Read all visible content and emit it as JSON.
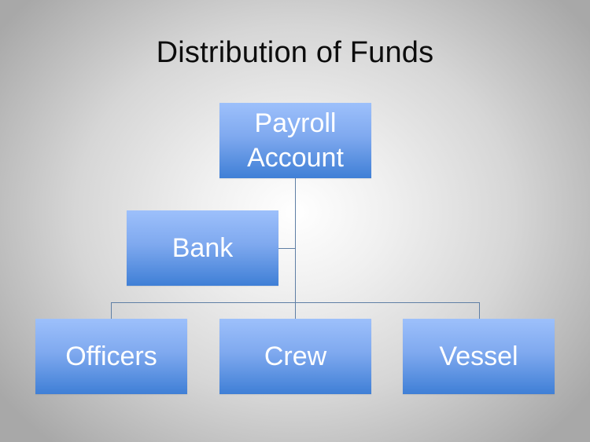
{
  "slide": {
    "title": "Distribution of Funds"
  },
  "diagram": {
    "type": "org-chart",
    "colors": {
      "node_top": "#9dc0fb",
      "node_bottom": "#3f7fd6",
      "node_text": "#ffffff",
      "connector": "#5f7fa5"
    },
    "root": {
      "label_line1": "Payroll",
      "label_line2": "Account"
    },
    "assistant": {
      "label": "Bank"
    },
    "children": [
      {
        "label": "Officers"
      },
      {
        "label": "Crew"
      },
      {
        "label": "Vessel"
      }
    ]
  }
}
